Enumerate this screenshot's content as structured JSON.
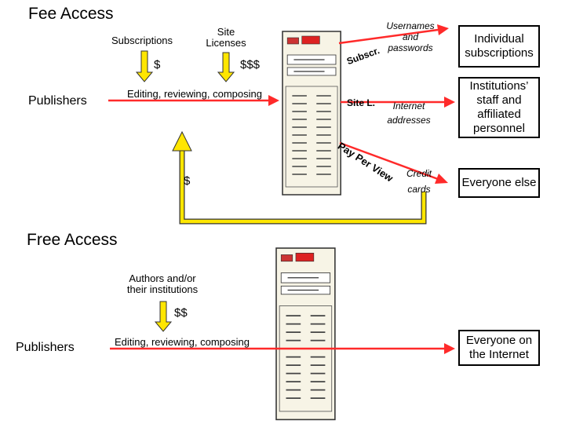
{
  "fee": {
    "title": "Fee Access",
    "subscriptions": "Subscriptions",
    "site_licenses": "Site\nLicenses",
    "dollar_sub": "$",
    "dollar_site": "$$$",
    "publishers": "Publishers",
    "editing": "Editing, reviewing, composing",
    "dollar_ppv": "$",
    "subscr": "Subscr.",
    "site_l": "Site L.",
    "pay_per_view": "Pay Per View",
    "usernames": "Usernames\nand\npasswords",
    "internet_addresses": "Internet\naddresses",
    "credit_cards": "Credit\ncards",
    "individual": "Individual\nsubscriptions",
    "institutions": "Institutions’\nstaff and\naffiliated\npersonnel",
    "everyone_else": "Everyone else"
  },
  "free": {
    "title": "Free Access",
    "authors": "Authors and/or\ntheir institutions",
    "dollar": "$$",
    "publishers": "Publishers",
    "editing": "Editing, reviewing, composing",
    "everyone_internet": "Everyone on\nthe Internet"
  },
  "colors": {
    "accent_arrow": "#ff2a2a",
    "feedback_arrow": "#ffe600",
    "server_body": "#f7f4e6"
  }
}
